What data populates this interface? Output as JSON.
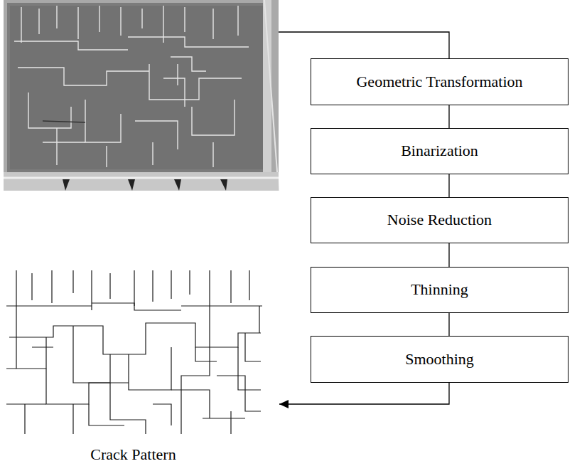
{
  "diagram": {
    "nodes": [
      {
        "text": [
          "Geometric Transformation"
        ]
      },
      {
        "text": [
          "Binarization"
        ]
      },
      {
        "text": [
          "Noise Reduction"
        ]
      },
      {
        "text": [
          "Thinning"
        ]
      },
      {
        "text": [
          "Smoothing"
        ]
      },
      {
        "text": [
          "Crack Pattern"
        ]
      }
    ],
    "edges": [
      {
        "from": 0,
        "to": 1,
        "arrow": "none"
      },
      {
        "from": 1,
        "to": 2,
        "arrow": "none"
      },
      {
        "from": 2,
        "to": 3,
        "arrow": "none"
      },
      {
        "from": 3,
        "to": 4,
        "arrow": "none"
      },
      {
        "from": 4,
        "to": 5,
        "arrow": "to"
      }
    ]
  }
}
